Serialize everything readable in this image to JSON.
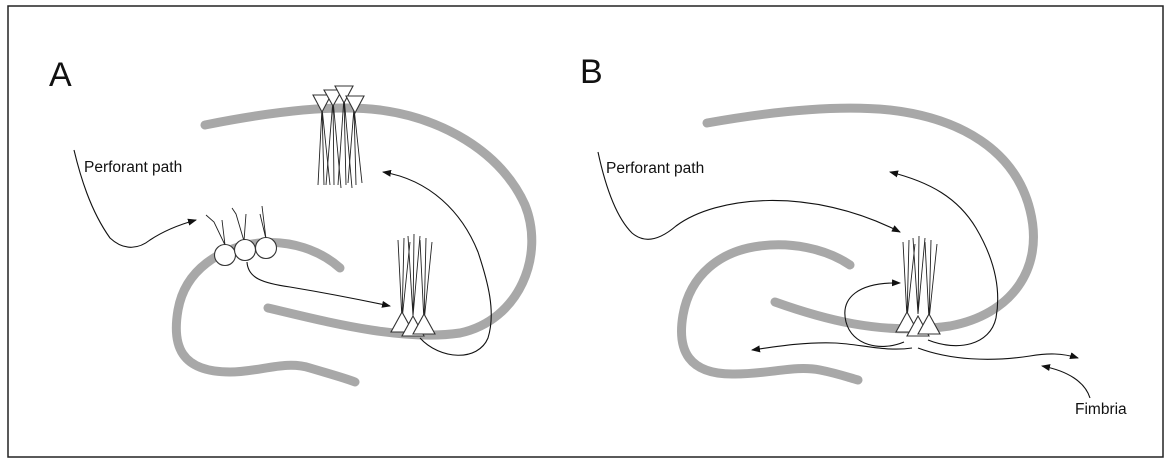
{
  "panels": {
    "a": {
      "label": "A",
      "perforant_label": "Perforant path"
    },
    "b": {
      "label": "B",
      "perforant_label": "Perforant path",
      "fimbria_label": "Fimbria"
    }
  },
  "colors": {
    "cell_layer": "#a8a8a8",
    "fiber": "#111111",
    "frame": "#222222",
    "background": "#ffffff"
  }
}
